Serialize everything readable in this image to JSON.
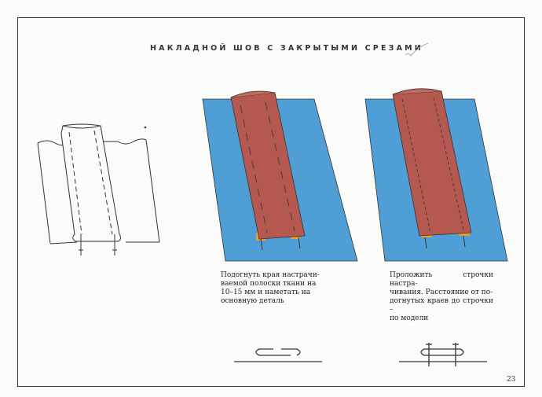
{
  "title": "НАКЛАДНОЙ ШОВ С ЗАКРЫТЫМИ СРЕЗАМИ",
  "captions": [
    {
      "lines": [
        "Подогнуть края настрачи-",
        "ваемой полоски ткани на",
        "10–15 мм и наметать на",
        "основную деталь"
      ]
    },
    {
      "lines": [
        "Проложить строчки настра-",
        "чивания. Расстояние от по-",
        "догнутых краев до строчки –",
        "по модели"
      ]
    }
  ],
  "page_number": "23",
  "colors": {
    "fabric_blue": "#4f9fd6",
    "strip_red": "#b5584f",
    "fold_orange": "#e8a030"
  }
}
